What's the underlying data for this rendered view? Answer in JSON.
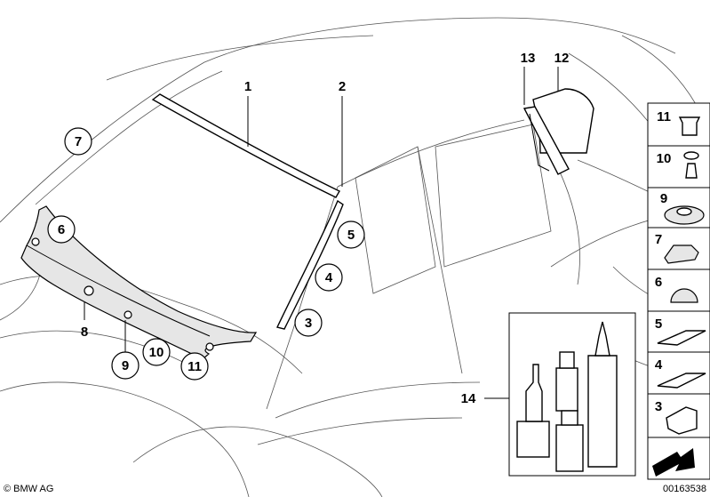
{
  "callouts": {
    "c1": "1",
    "c2": "2",
    "c3": "3",
    "c4": "4",
    "c5": "5",
    "c6": "6",
    "c7": "7",
    "c8": "8",
    "c9": "9",
    "c10": "10",
    "c11": "11",
    "c12": "12",
    "c13": "13",
    "c14": "14"
  },
  "legend": {
    "l11": "11",
    "l10": "10",
    "l9": "9",
    "l7": "7",
    "l6": "6",
    "l5": "5",
    "l4": "4",
    "l3": "3"
  },
  "footer": {
    "copyright": "© BMW AG",
    "diagram_number": "00163538"
  }
}
